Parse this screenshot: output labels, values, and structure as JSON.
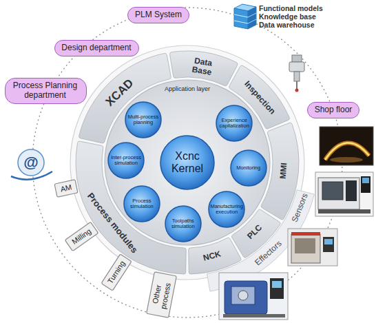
{
  "diagram": {
    "nodes": [
      {
        "text": [
          "PLM System"
        ]
      },
      {
        "text": [
          "Design department"
        ]
      },
      {
        "text": [
          "Process Planning department"
        ]
      },
      {
        "text": [
          "XCAD"
        ]
      },
      {
        "text": [
          "Data Base"
        ]
      },
      {
        "text": [
          "Inspection"
        ]
      },
      {
        "text": [
          "Shop floor"
        ]
      },
      {
        "text": [
          "MMI"
        ]
      },
      {
        "text": [
          "PLC"
        ]
      },
      {
        "text": [
          "NCK"
        ]
      },
      {
        "text": [
          "Process modules"
        ]
      },
      {
        "text": [
          "AM"
        ]
      },
      {
        "text": [
          "Milling"
        ]
      },
      {
        "text": [
          "Turning"
        ]
      },
      {
        "text": [
          "Other process"
        ]
      },
      {
        "text": [
          "Application layer"
        ]
      },
      {
        "text": [
          "Multi-process planning"
        ],
        "in": 15
      },
      {
        "text": [
          "Experience capitalization"
        ],
        "in": 15
      },
      {
        "text": [
          "Inter-process simulation"
        ],
        "in": 15
      },
      {
        "text": [
          "Xcnc Kernel"
        ],
        "in": 15
      },
      {
        "text": [
          "Monitoring"
        ],
        "in": 15
      },
      {
        "text": [
          "Process simulation"
        ],
        "in": 15
      },
      {
        "text": [
          "Manufacturing execution"
        ],
        "in": 15
      },
      {
        "text": [
          "Toolpaths simulation"
        ],
        "in": 15
      }
    ],
    "labels": [
      "Functional models",
      "Knowledge base",
      "Data warehouse",
      "@",
      "Effectors",
      "Sensors"
    ]
  }
}
